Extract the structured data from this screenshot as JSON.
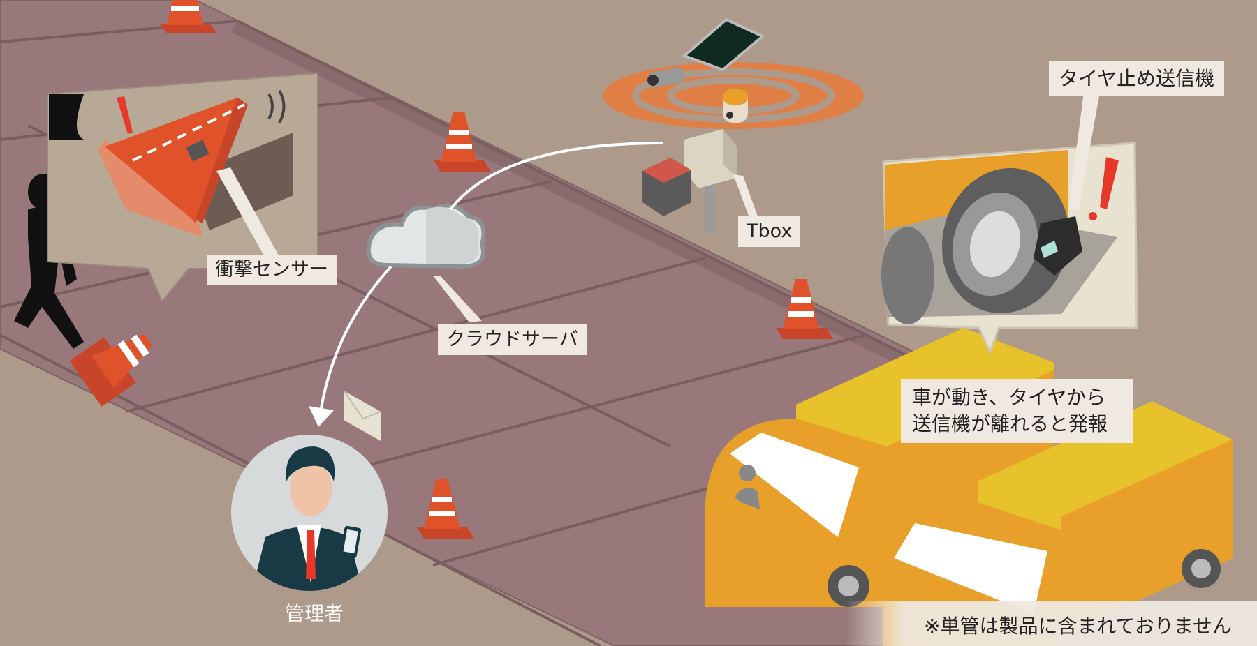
{
  "labels": {
    "impact_sensor": "衝撃センサー",
    "cloud_server": "クラウドサーバ",
    "tbox": "Tbox",
    "tire_stop_transmitter": "タイヤ止め送信機",
    "alarm_line1": "車が動き、タイヤから",
    "alarm_line2": "送信機が離れると発報",
    "administrator": "管理者"
  },
  "note": "※単管は製品に含まれておりません",
  "colors": {
    "background": "#ad9a8a",
    "tiles": "#98787a",
    "cone": "#e0522a",
    "truck": "#e8a02a",
    "alert": "#e8382a",
    "signal": "#e87a3a"
  }
}
